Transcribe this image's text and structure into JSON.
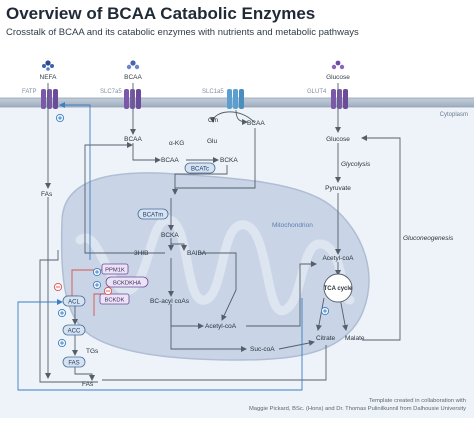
{
  "title": "Overview of BCAA Catabolic Enzymes",
  "subtitle": "Crosstalk of BCAA and its catabolic enzymes with nutrients and metabolic pathways",
  "nutrients": {
    "nefa": "NEFA",
    "bcaa": "BCAA",
    "glucose": "Glucose"
  },
  "transporters": {
    "fatp": "FATP",
    "slc7a5": "SLC7a5",
    "slc1a5": "SLC1a5",
    "glut4": "GLUT4"
  },
  "compartments": {
    "cytoplasm": "Cytoplasm",
    "mitochondrion": "Mitochondrion"
  },
  "metabolites": {
    "bcaa": "BCAA",
    "bcaa2": "BCAA",
    "gln": "Gln",
    "glu": "Glu",
    "akg": "α-KG",
    "bcaa3": "BCAA",
    "bcka": "BCKA",
    "bcka2": "BCKA",
    "hib3": "3HIB",
    "baiba": "BAIBA",
    "bcacyl": "BC-acyl coAs",
    "acetylcoa": "Acetyl-coA",
    "succoa": "Suc-coA",
    "fas": "FAs",
    "tgs": "TGs",
    "fas2": "FAs",
    "glucose": "Glucose",
    "pyruvate": "Pyruvate",
    "acetylcoa2": "Acetyl-coA",
    "citrate": "Citrate",
    "malate": "Malate"
  },
  "enzymes": {
    "bcatc": "BCATc",
    "bcatm": "BCATm",
    "ppm1k": "PPM1K",
    "bckdkha": "BCKDKHA",
    "bckdk": "BCKDK",
    "acl": "ACL",
    "acc": "ACC",
    "fas": "FAS"
  },
  "pathways": {
    "tca": "TCA cycle",
    "glycolysis": "Glycolysis",
    "gluconeogenesis": "Gluconeogenesis"
  },
  "credit": {
    "line1": "Template created in collaboration with",
    "line2": "Maggie Pickard, BSc. (Hons) and Dr. Thomas Pulinilkunnil from Dalhousie University"
  },
  "colors": {
    "membrane": "#aab7c6",
    "cell_bg": "#eef3f9",
    "mito_fill": "#c9d4e6",
    "arrow": "#555f6a",
    "blue_arrow": "#3b7fc4",
    "red": "#d9534f",
    "enzyme_fill": "#d4e2f2",
    "enzyme_border": "#4a6d96",
    "purple": "#7a5aa8"
  },
  "icons": [
    "nefa-molecule-icon",
    "bcaa-molecule-icon",
    "glucose-molecule-icon",
    "plus-regulation-icon",
    "minus-regulation-icon"
  ]
}
